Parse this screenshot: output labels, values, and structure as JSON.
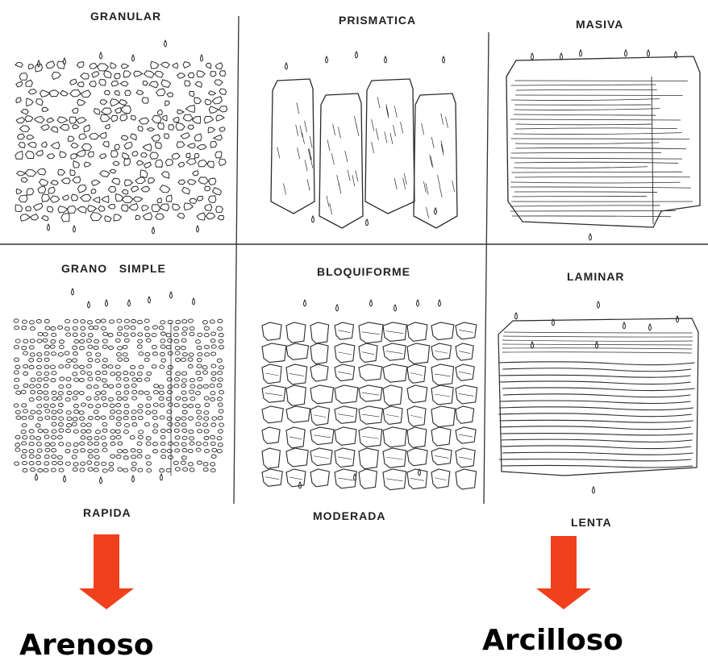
{
  "panels": {
    "granular": "GRANULAR",
    "prismatica": "PRISMATICA",
    "masiva": "MASIVA",
    "grano_simple": "GRANO   SIMPLE",
    "bloquiforme": "BLOQUIFORME",
    "laminar": "LAMINAR"
  },
  "drainage": {
    "rapida": "RAPIDA",
    "moderada": "MODERADA",
    "lenta": "LENTA"
  },
  "soil_types": {
    "left": "Arenoso",
    "right": "Arcilloso"
  },
  "colors": {
    "arrow": "#f0401c",
    "ink": "#222222"
  }
}
